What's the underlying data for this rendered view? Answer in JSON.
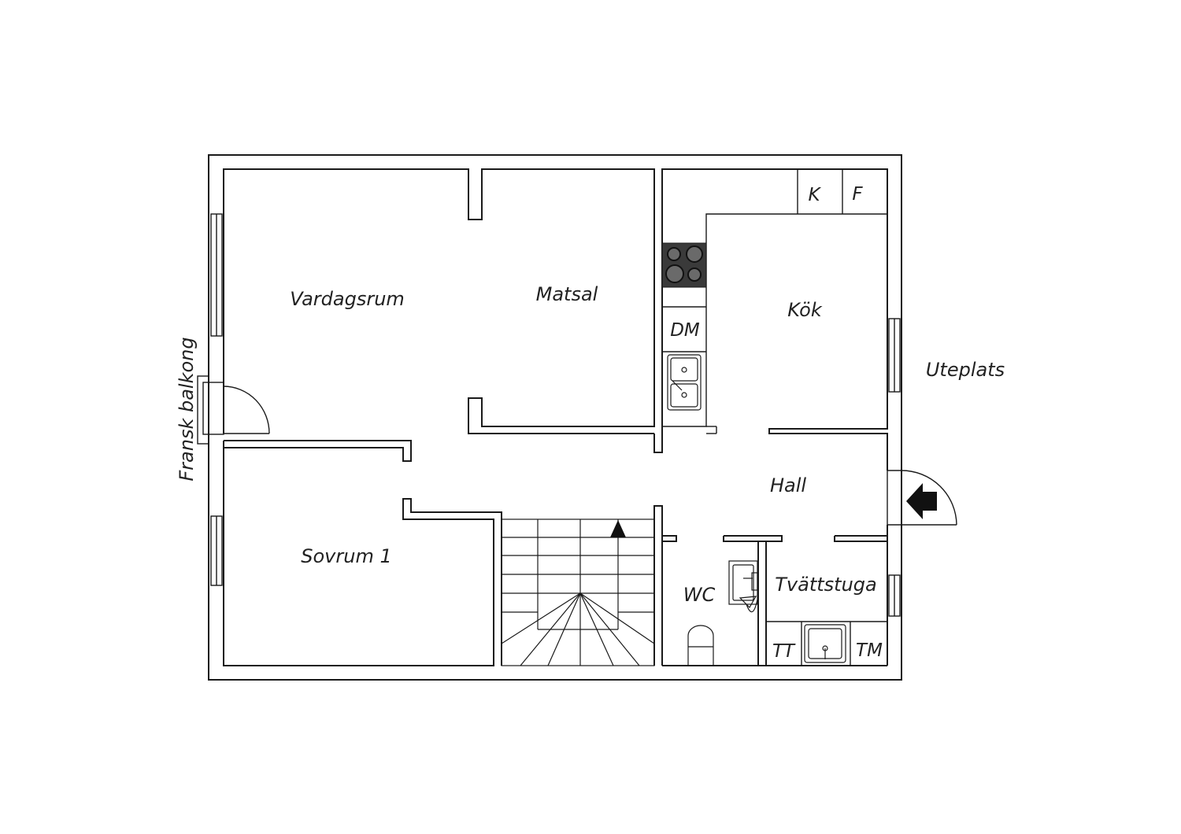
{
  "floorplan": {
    "rooms": {
      "vardagsrum": "Vardagsrum",
      "matsal": "Matsal",
      "kok": "Kök",
      "hall": "Hall",
      "sovrum": "Sovrum 1",
      "wc": "WC",
      "tvattstuga": "Tvättstuga"
    },
    "fixtures": {
      "k": "K",
      "f": "F",
      "dm": "DM",
      "tt": "TT",
      "tm": "TM"
    },
    "outside": {
      "uteplats": "Uteplats",
      "fransk_balkong": "Fransk balkong"
    },
    "colors": {
      "line": "#1a1a1a",
      "stove": "#3a3a3a",
      "background": "#ffffff"
    }
  }
}
